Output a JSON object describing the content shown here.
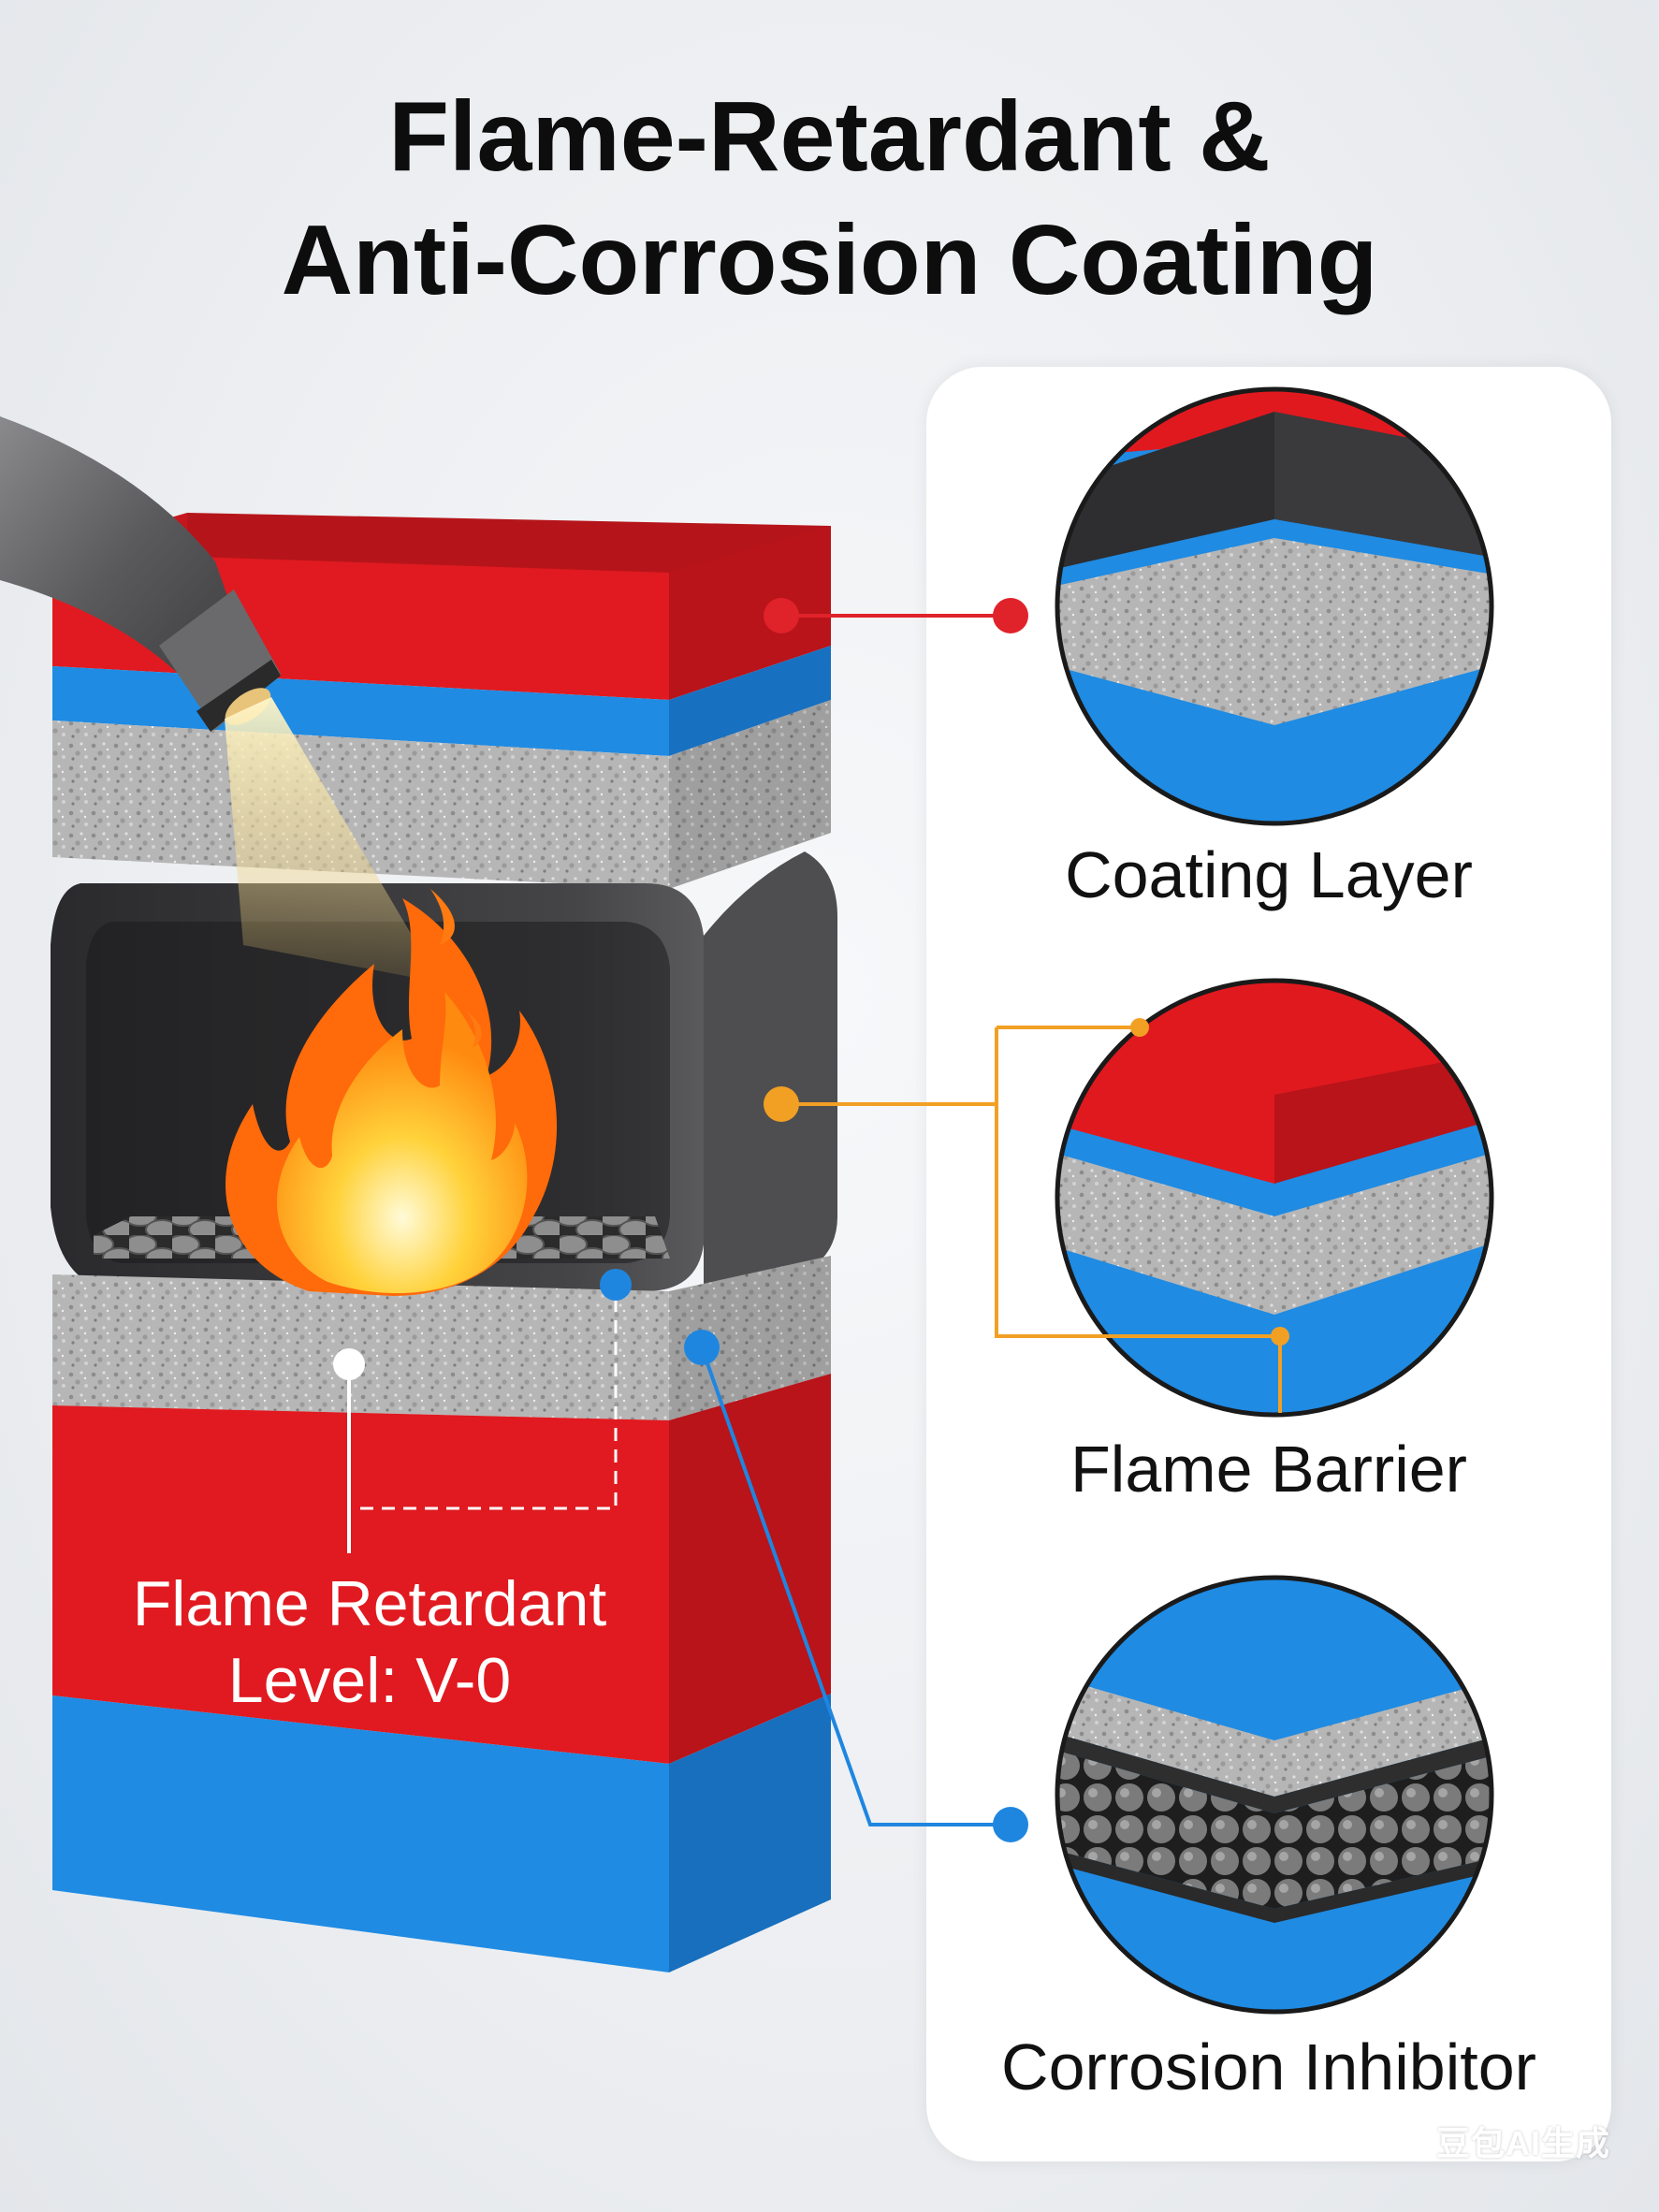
{
  "title": {
    "line1": "Flame-Retardant &",
    "line2": "Anti-Corrosion Coating"
  },
  "callouts": [
    {
      "label": "Coating Layer",
      "color": "#e0222a"
    },
    {
      "label": "Flame Barrier",
      "color": "#f2a024"
    },
    {
      "label": "Corrosion Inhibitor",
      "color": "#1f86e0"
    }
  ],
  "rating": {
    "line1": "Flame Retardant",
    "line2": "Level: V-0"
  },
  "colors": {
    "red": "#e0191f",
    "blue": "#1f8be3",
    "gray": "#b9b9b9",
    "charcoal": "#3a3a3c"
  },
  "watermark": "豆包AI生成"
}
